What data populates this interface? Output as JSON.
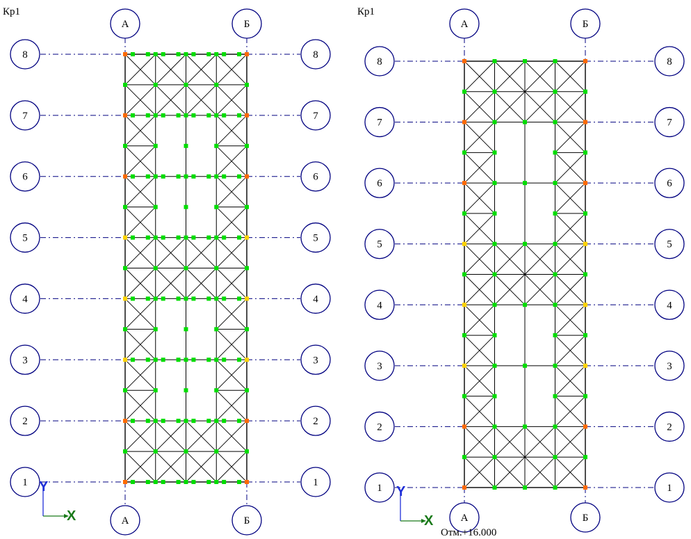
{
  "views": [
    {
      "id": "left",
      "title": "Кр1",
      "row_labels": [
        "1",
        "2",
        "3",
        "4",
        "5",
        "6",
        "7",
        "8"
      ],
      "col_labels": [
        "А",
        "Б"
      ],
      "mid_cols": 3,
      "bracing": {
        "8-7": [
          "X",
          "X",
          "X",
          "X"
        ],
        "7-6": [
          "X",
          "",
          "",
          "X"
        ],
        "6-5": [
          "X",
          "",
          "",
          "X"
        ],
        "5-4": [
          "X",
          "X",
          "X",
          "X"
        ],
        "4-3": [
          "X",
          "",
          "",
          "X"
        ],
        "3-2": [
          "X",
          "",
          "",
          "X"
        ],
        "2-1": [
          "X",
          "X",
          "X",
          "X"
        ]
      }
    },
    {
      "id": "right",
      "title": "Кр1",
      "row_labels": [
        "1",
        "2",
        "3",
        "4",
        "5",
        "6",
        "7",
        "8"
      ],
      "col_labels": [
        "А",
        "Б"
      ],
      "mid_cols": 3,
      "bracing": {
        "8-7": [
          "X",
          "X",
          "X",
          "X"
        ],
        "7-6": [
          "X",
          "",
          "",
          "X"
        ],
        "6-5": [
          "X",
          "",
          "",
          "X"
        ],
        "5-4": [
          "X",
          "X",
          "X",
          "X"
        ],
        "4-3": [
          "X",
          "",
          "",
          "X"
        ],
        "3-2": [
          "X",
          "",
          "",
          "X"
        ],
        "2-1": [
          "X",
          "X",
          "X",
          "X"
        ]
      },
      "elevation": "Отм.+16.000"
    }
  ],
  "axis_indicator": {
    "y_label": "Y",
    "x_label": "X",
    "y_color": "#1f2fd8",
    "x_color": "#1a7a1a"
  },
  "colors": {
    "grid_line": "#000080",
    "bubble_stroke": "#000080",
    "frame": "#000000",
    "node_green": "#00dd00",
    "node_orange": "#ff6a00",
    "node_yellow": "#ffd400"
  }
}
